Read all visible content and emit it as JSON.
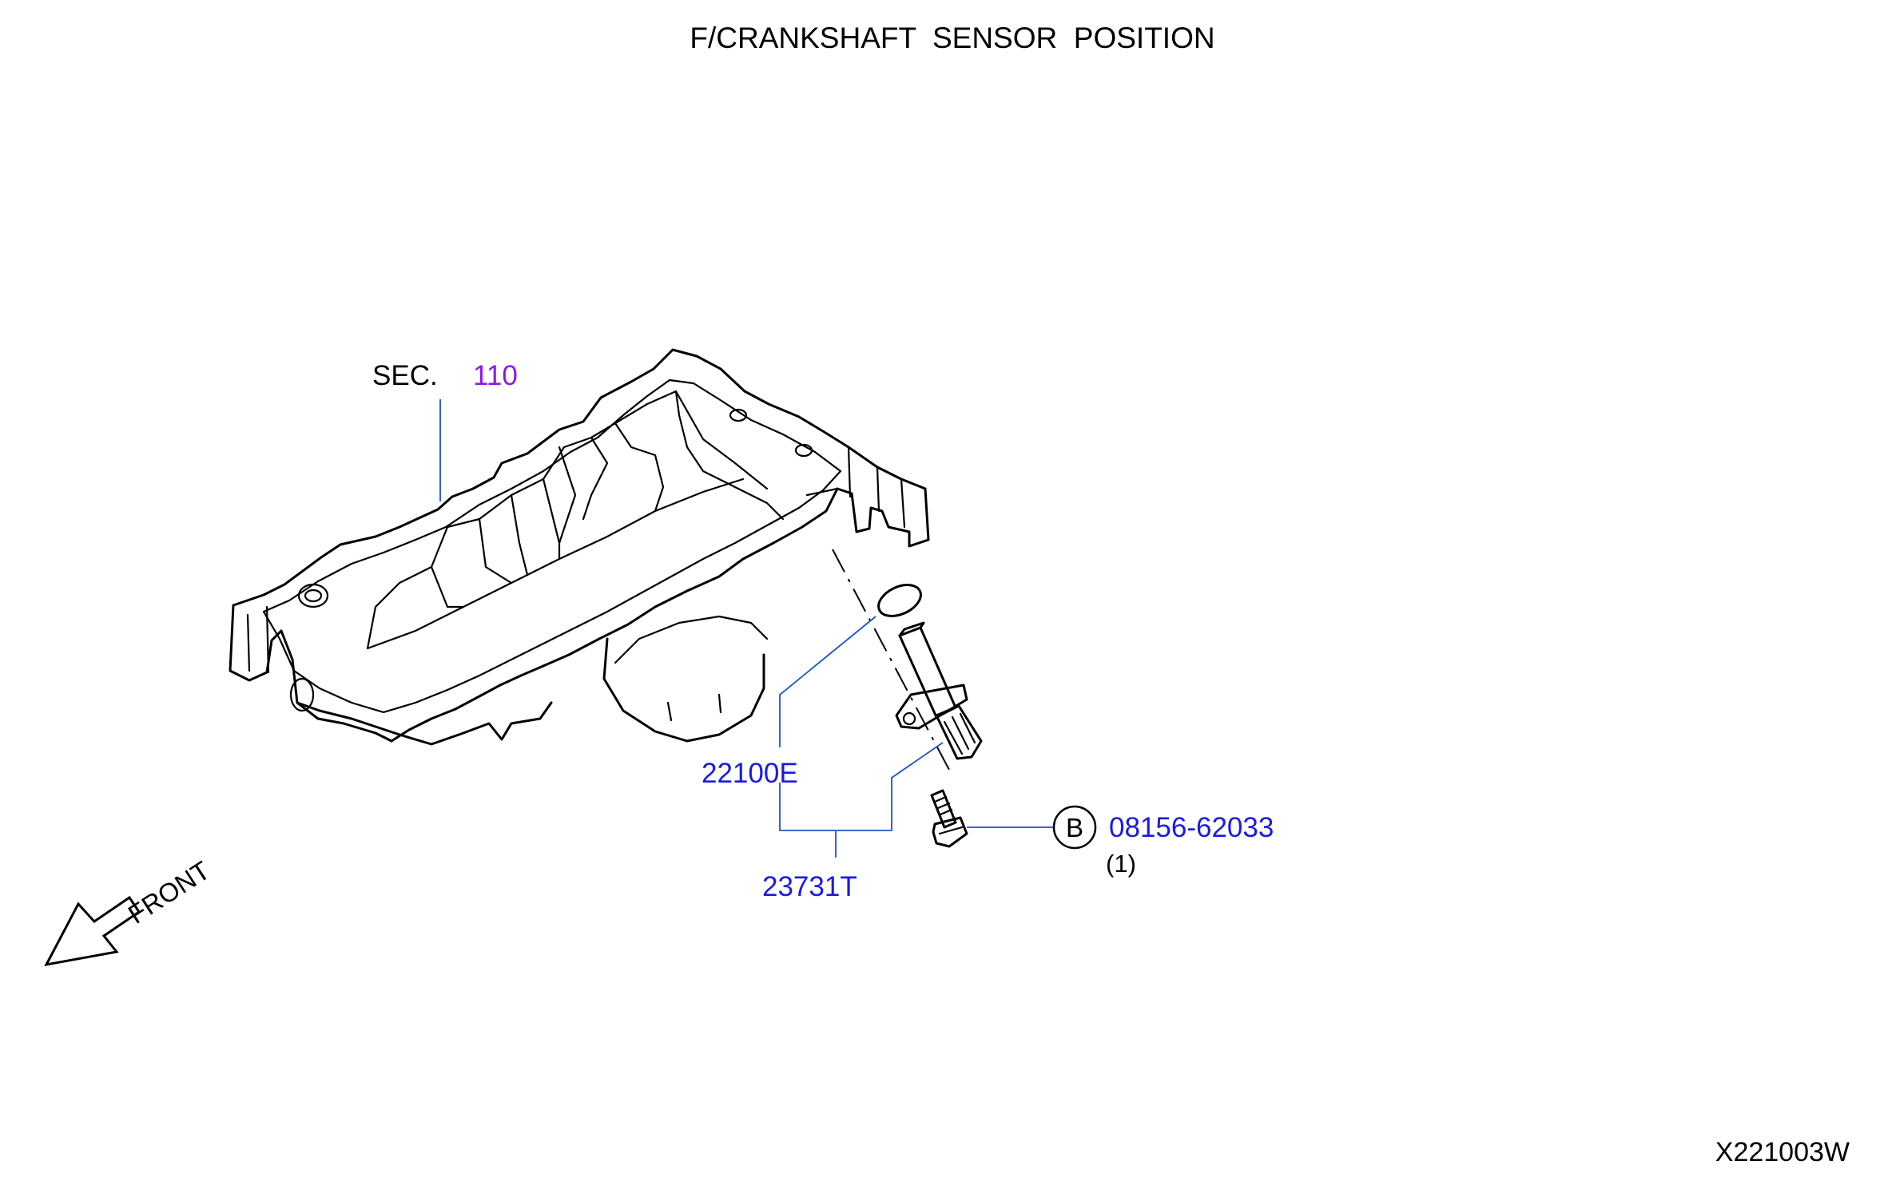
{
  "title": "F/CRANKSHAFT  SENSOR  POSITION",
  "drawing_id": "X221003W",
  "section_ref": {
    "prefix": "SEC.",
    "number": "110"
  },
  "parts": [
    {
      "number": "22100E"
    },
    {
      "number": "23731T"
    },
    {
      "number": "08156-62033",
      "bolt_code": "B",
      "qty": "(1)"
    }
  ],
  "front_label": "FRONT",
  "colors": {
    "part_number": "#1a1ae6",
    "section_number": "#8a1ae6",
    "leader": "#1a55c4",
    "line": "#000000"
  }
}
